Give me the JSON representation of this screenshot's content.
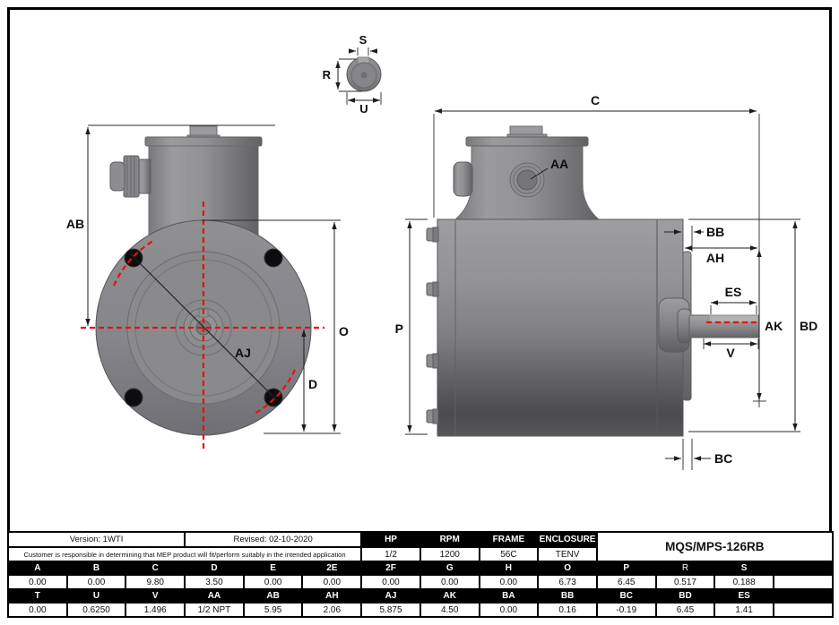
{
  "drawing": {
    "labels": {
      "s": "S",
      "r": "R",
      "u": "U",
      "ab": "AB",
      "aj": "AJ",
      "o": "O",
      "d": "D",
      "c": "C",
      "aa": "AA",
      "p": "P",
      "bb": "BB",
      "ah": "AH",
      "es": "ES",
      "ak": "AK",
      "bd": "BD",
      "v": "V",
      "bc": "BC"
    },
    "colors": {
      "centerline_red": "#e8100c",
      "dimension_black": "#1c1c1c",
      "body_gray": "#8a8a8d"
    }
  },
  "titleblock": {
    "version": "Version: 1WTI",
    "revised": "Revised: 02-10-2020",
    "disclaimer": "Customer is responsible in determining that MEP product will fit/perform suitably in the intended application",
    "part_number": "MQS/MPS-126RB",
    "specs": {
      "headers": [
        "HP",
        "RPM",
        "FRAME",
        "ENCLOSURE"
      ],
      "values": [
        "1/2",
        "1200",
        "56C",
        "TENV"
      ]
    },
    "dims1": {
      "headers": [
        "A",
        "B",
        "C",
        "D",
        "E",
        "2E",
        "2F",
        "G",
        "H",
        "O",
        "P",
        "R",
        "S",
        ""
      ],
      "values": [
        "0.00",
        "0.00",
        "9.80",
        "3.50",
        "0.00",
        "0.00",
        "0.00",
        "0.00",
        "0.00",
        "6.73",
        "6.45",
        "0.517",
        "0.188",
        ""
      ]
    },
    "dims2": {
      "headers": [
        "T",
        "U",
        "V",
        "AA",
        "AB",
        "AH",
        "AJ",
        "AK",
        "BA",
        "BB",
        "BC",
        "BD",
        "ES",
        ""
      ],
      "values": [
        "0.00",
        "0.6250",
        "1.496",
        "1/2 NPT",
        "5.95",
        "2.06",
        "5.875",
        "4.50",
        "0.00",
        "0.16",
        "-0.19",
        "6.45",
        "1.41",
        ""
      ]
    }
  }
}
